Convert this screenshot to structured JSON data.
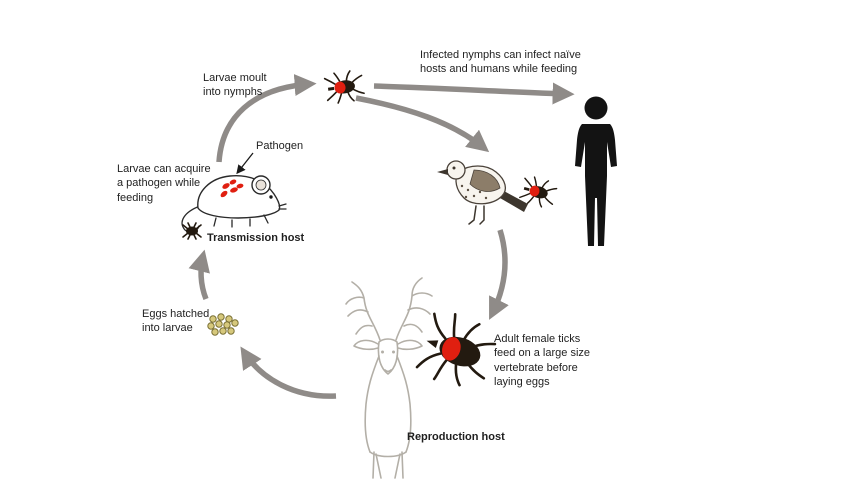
{
  "labels": {
    "larvae_moult": "Larvae moult\ninto nymphs",
    "infected_nymphs": "Infected nymphs can infect naïve\nhosts and humans while feeding",
    "pathogen": "Pathogen",
    "larvae_acquire": "Larvae can acquire\na pathogen while\nfeeding",
    "transmission_host": "Transmission host",
    "eggs_hatched": "Eggs hatched\ninto larvae",
    "adult_ticks": "Adult female ticks\nfeed on a large size\nvertebrate before\nlaying eggs",
    "reproduction_host": "Reproduction host"
  },
  "colors": {
    "arrow": "#8f8b88",
    "tick-red": "#e01f10",
    "tick-body": "#231a10",
    "silhouette": "#131313",
    "deer-line": "#b3afa7",
    "egg-fill": "#d6c87c",
    "egg-stroke": "#7a7035",
    "text": "#1f1f1f"
  },
  "illustrations": [
    "nymph-tick-icon",
    "bird-tick-icon",
    "adult-tick-icon",
    "larva-tick-icon",
    "mouse-illustration",
    "bird-illustration",
    "human-silhouette",
    "deer-illustration",
    "eggs-cluster"
  ]
}
